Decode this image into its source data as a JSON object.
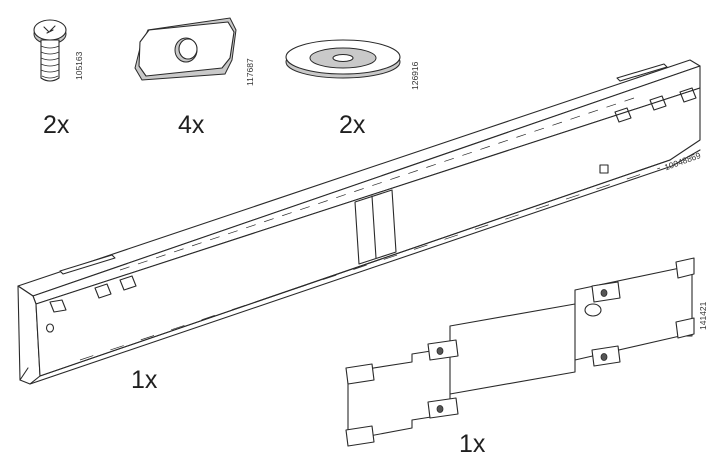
{
  "parts": [
    {
      "id": "screw",
      "article": "105163",
      "quantity": "2x"
    },
    {
      "id": "spacer-block",
      "article": "117687",
      "quantity": "4x"
    },
    {
      "id": "washer",
      "article": "126916",
      "quantity": "2x"
    },
    {
      "id": "rail",
      "article": "10048869",
      "quantity": "1x"
    },
    {
      "id": "bracket",
      "article": "141421",
      "quantity": "1x"
    }
  ]
}
